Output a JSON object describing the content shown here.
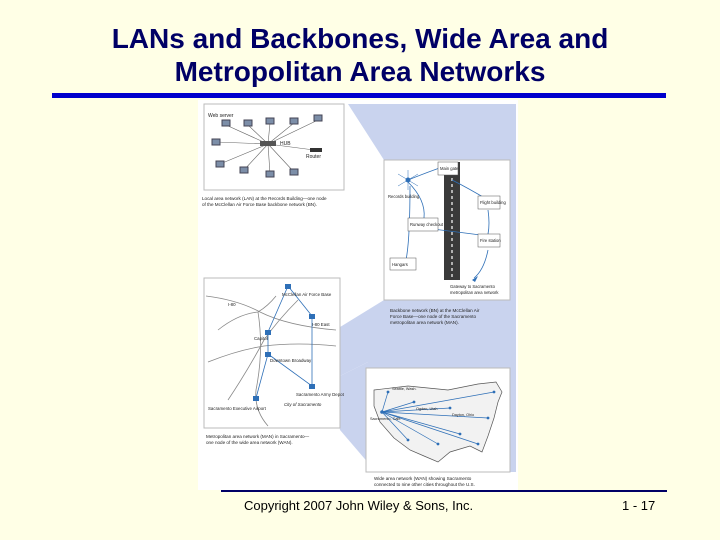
{
  "slide": {
    "title_line1": "LANs and Backbones, Wide Area and",
    "title_line2": "Metropolitan Area Networks",
    "copyright": "Copyright 2007 John Wiley & Sons, Inc.",
    "page_number": "1 - 17"
  },
  "colors": {
    "title": "#000066",
    "accent_rule": "#0000cc",
    "background": "#ffffe6",
    "wedge": "#c9d3ee"
  },
  "lan_panel": {
    "web_server": "Web server",
    "hub": "HUB",
    "router": "Router",
    "caption_1": "Local area network (LAN) at the Records Building—one node",
    "caption_2": "of the McClellan Air Force Base backbone network (BN)."
  },
  "bn_panel": {
    "main_gate": "Main gate",
    "records_building": "Records building",
    "flight_building": "Flight building",
    "runway_checkout": "Runway checkout",
    "fire_station": "Fire station",
    "hangars": "Hangars",
    "gateway_1": "Gateway to Sacramento",
    "gateway_2": "metropolitan area network",
    "caption_1": "Backbone network (BN) at the McClellan Air",
    "caption_2": "Force Base—one node of the Sacramento",
    "caption_3": "metropolitan area network (MAN)."
  },
  "man_panel": {
    "mcclellan": "McClellan Air Force Base",
    "i80": "I-80",
    "i80_east": "I-80 East",
    "capitol": "Capitol",
    "downtown": "Downtown Broadway",
    "sacramento_depot": "Sacramento Army Depot",
    "executive_airport": "Sacramento Executive Airport",
    "city": "City of Sacramento",
    "caption_1": "Metropolitan area network (MAN) in Sacramento—",
    "caption_2": "one node of the wide area network (WAN)."
  },
  "wan_panel": {
    "seattle": "Seattle, Wash.",
    "sacramento": "Sacramento, Calif.",
    "ogden": "Ogden, Utah",
    "dayton": "Dayton, Ohio",
    "caption_1": "Wide area network (WAN) showing Sacramento",
    "caption_2": "connected to nine other cities throughout the U.S."
  }
}
